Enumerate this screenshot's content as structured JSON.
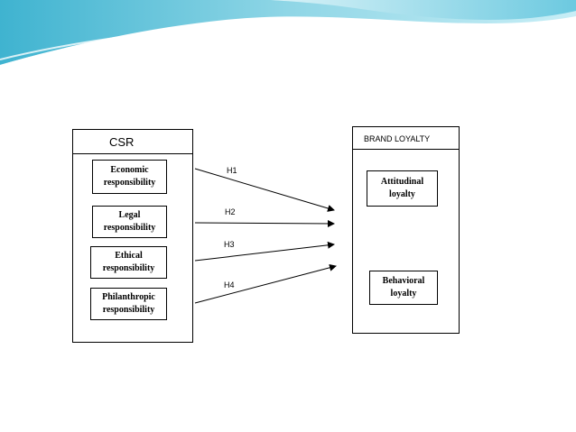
{
  "csr": {
    "title": "CSR",
    "items": [
      "Economic\nresponsibility",
      "Legal\nresponsibility",
      "Ethical\nresponsibility",
      "Philanthropic\nresponsibility"
    ]
  },
  "brand_loyalty": {
    "title": "BRAND LOYALTY",
    "items": [
      "Attitudinal\nloyalty",
      "Behavioral\nloyalty"
    ]
  },
  "hypotheses": [
    "H1",
    "H2",
    "H3",
    "H4"
  ],
  "colors": {
    "banner_light": "#d9f3f8",
    "banner_mid": "#8fd6e6",
    "banner_dark": "#3fb3d0",
    "line": "#000000"
  }
}
